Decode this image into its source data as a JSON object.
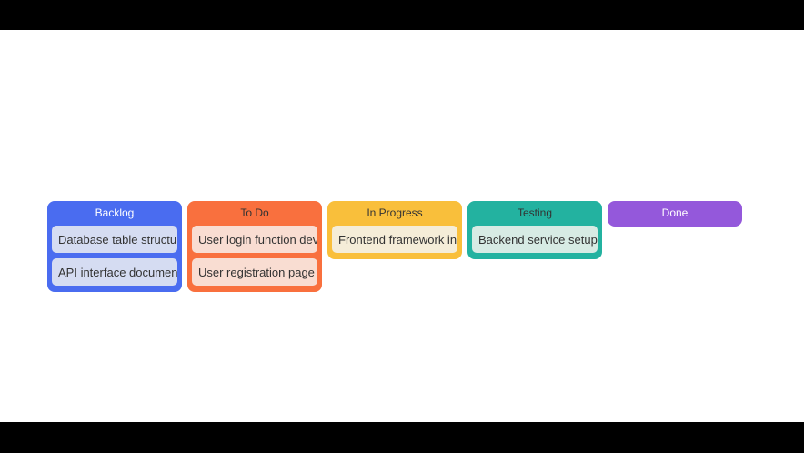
{
  "board": {
    "columns": [
      {
        "title": "Backlog",
        "color": "#4a6cf0",
        "title_color": "#ffffff",
        "card_color": "#d5dcf2",
        "cards": [
          {
            "text": "Database table structure design"
          },
          {
            "text": "API interface documentation"
          }
        ]
      },
      {
        "title": "To Do",
        "color": "#f9703e",
        "title_color": "#333333",
        "card_color": "#f9ddd2",
        "cards": [
          {
            "text": "User login function development"
          },
          {
            "text": "User registration page"
          }
        ]
      },
      {
        "title": "In Progress",
        "color": "#f9bf3b",
        "title_color": "#333333",
        "card_color": "#f5edd8",
        "cards": [
          {
            "text": "Frontend framework integration"
          }
        ]
      },
      {
        "title": "Testing",
        "color": "#23b2a0",
        "title_color": "#333333",
        "card_color": "#d7ebe4",
        "cards": [
          {
            "text": "Backend service setup"
          }
        ]
      },
      {
        "title": "Done",
        "color": "#9458db",
        "title_color": "#ffffff",
        "card_color": "#e4d4f5",
        "cards": []
      }
    ]
  }
}
